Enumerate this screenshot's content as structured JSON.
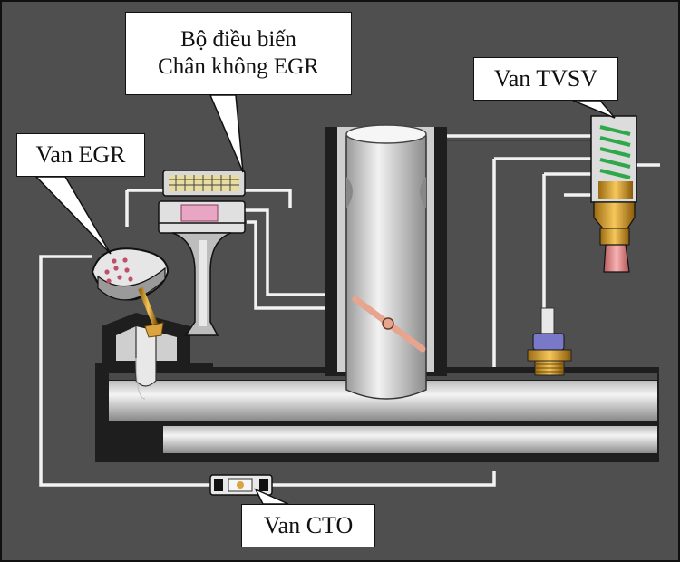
{
  "labels": {
    "modulator_line1": "Bộ điều biến",
    "modulator_line2": "Chân không EGR",
    "egr_valve": "Van EGR",
    "tvsv_valve": "Van TVSV",
    "cto_valve": "Van CTO"
  },
  "colors": {
    "background": "#4f4f4f",
    "pipe_light": "#e8e8e8",
    "pipe_dark": "#1e1e1e",
    "hose": "#f2f2f2",
    "spring": "#2fa84a",
    "brass": "#d9a441",
    "diaphragm": "#e9a6c4",
    "throttle": "#e7a48e"
  },
  "icons": [
    "spring-icon",
    "diaphragm-icon",
    "throttle-plate-icon"
  ]
}
